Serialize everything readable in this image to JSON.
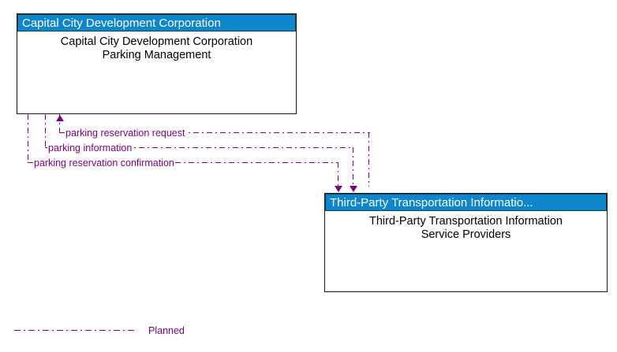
{
  "diagram": {
    "entities": [
      {
        "id": "capital-city-development-corporation",
        "header": "Capital City Development Corporation",
        "title": "Capital City Development Corporation\nParking Management"
      },
      {
        "id": "third-party-transportation-information-service-providers",
        "header": "Third-Party Transportation Informatio...",
        "title": "Third-Party Transportation Information\nService Providers"
      }
    ],
    "flows": [
      {
        "id": "parking-reservation-request",
        "label": "parking reservation request",
        "direction": "down",
        "status": "Planned"
      },
      {
        "id": "parking-information",
        "label": "parking information",
        "direction": "up",
        "status": "Planned"
      },
      {
        "id": "parking-reservation-confirmation",
        "label": "parking reservation confirmation",
        "direction": "down",
        "status": "Planned"
      }
    ],
    "legend": {
      "planned_label": "Planned"
    },
    "colors": {
      "header_blue": "#0e86cc",
      "header_border": "#13405e",
      "flow_purple": "#800080",
      "box_border": "#1a1a1a",
      "title_text": "#000000",
      "header_text": "#ffffff"
    }
  }
}
